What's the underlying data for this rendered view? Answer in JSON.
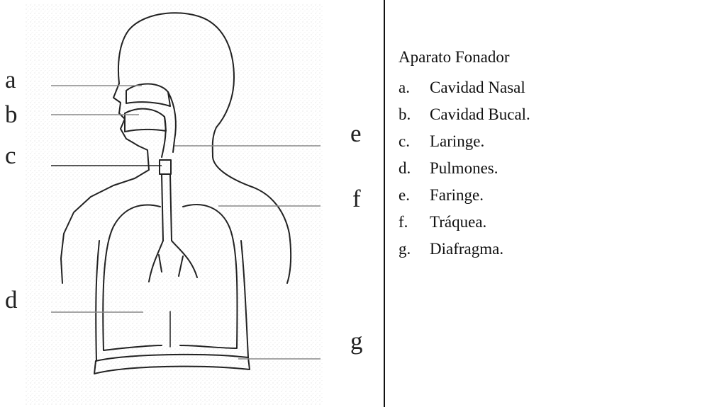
{
  "figure": {
    "letters": {
      "a": "a",
      "b": "b",
      "c": "c",
      "d": "d",
      "e": "e",
      "f": "f",
      "g": "g"
    }
  },
  "legend": {
    "title": "Aparato Fonador",
    "items": [
      {
        "marker": "a.",
        "label": "Cavidad Nasal"
      },
      {
        "marker": "b.",
        "label": "Cavidad Bucal."
      },
      {
        "marker": "c.",
        "label": "Laringe."
      },
      {
        "marker": "d.",
        "label": "Pulmones."
      },
      {
        "marker": "e.",
        "label": "Faringe."
      },
      {
        "marker": "f.",
        "label": "Tráquea."
      },
      {
        "marker": "g.",
        "label": "Diafragma."
      }
    ]
  }
}
